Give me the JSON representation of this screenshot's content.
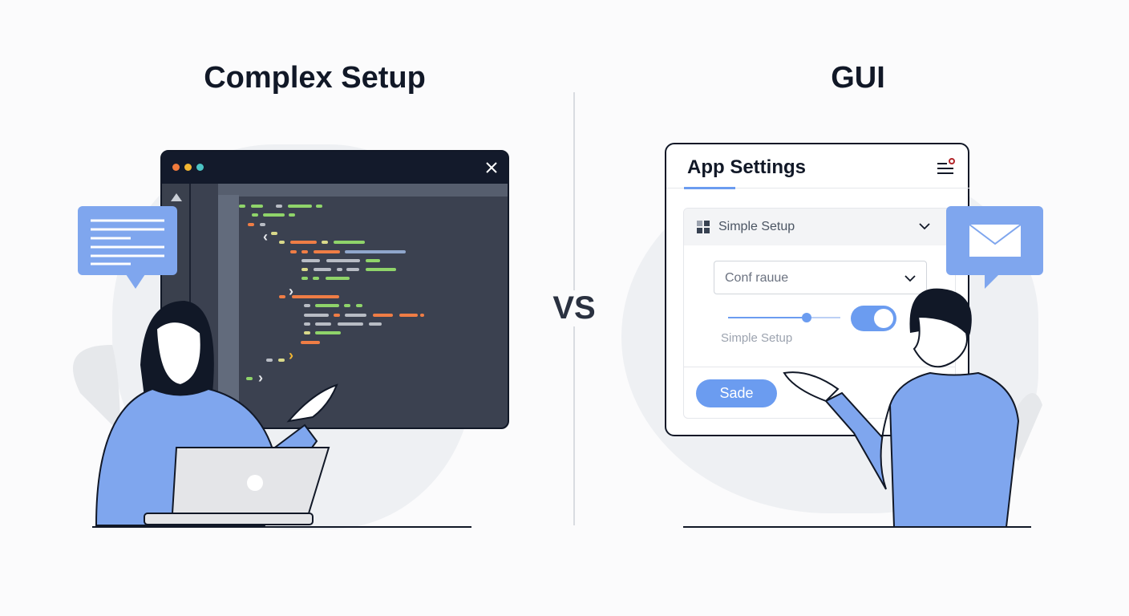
{
  "left": {
    "title": "Complex Setup"
  },
  "divider": {
    "label": "VS"
  },
  "right": {
    "title": "GUI"
  },
  "gui_window": {
    "title": "App Settings",
    "menu_icon": "menu-notification-icon",
    "section": {
      "label": "Simple Setup",
      "icon": "grid-icon",
      "expanded": true
    },
    "dropdown": {
      "value": "Conf rauue"
    },
    "slider": {
      "value_percent": 70
    },
    "toggle": {
      "on": true
    },
    "slider_label": "Simple Setup",
    "save_button": "Sade"
  },
  "colors": {
    "accent": "#6b9cf0",
    "shirt": "#7fa6ee",
    "ink": "#111827",
    "terminal_bg": "#3b4150",
    "terminal_bar": "#131a2b"
  }
}
